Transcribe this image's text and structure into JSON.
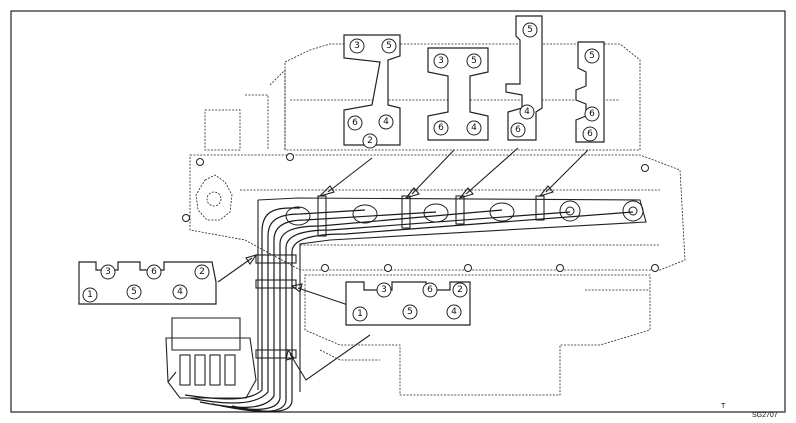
{
  "figure": {
    "code": "SG2707",
    "mark": "T"
  },
  "clamps": [
    {
      "id": "clamp-top-1",
      "labels": [
        "3",
        "5",
        "6",
        "4",
        "2"
      ]
    },
    {
      "id": "clamp-top-2",
      "labels": [
        "3",
        "5",
        "6",
        "4"
      ]
    },
    {
      "id": "clamp-top-3",
      "labels": [
        "5",
        "4",
        "6"
      ]
    },
    {
      "id": "clamp-top-4",
      "labels": [
        "5",
        "6",
        "6"
      ]
    },
    {
      "id": "clamp-left",
      "labels": [
        "3",
        "6",
        "2",
        "1",
        "5",
        "4"
      ]
    },
    {
      "id": "clamp-lower",
      "labels": [
        "3",
        "6",
        "2",
        "1",
        "5",
        "4"
      ]
    }
  ]
}
